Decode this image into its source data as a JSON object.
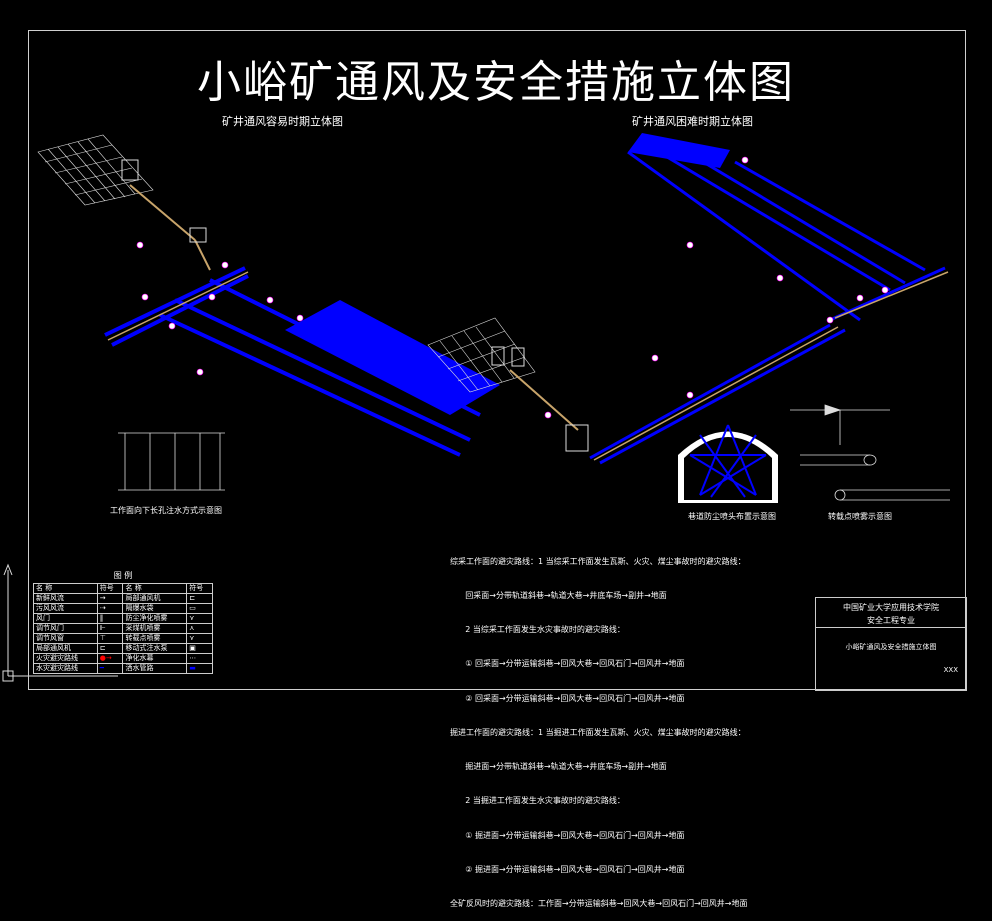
{
  "title": "小峪矿通风及安全措施立体图",
  "subtitles": {
    "easy": "矿井通风容易时期立体图",
    "hard": "矿井通风困难时期立体图"
  },
  "captions": {
    "water_injection": "工作面向下长孔注水方式示意图",
    "dust_spray": "巷道防尘喷头布置示意图",
    "mobile_spray": "转载点喷雾示意图"
  },
  "routes": [
    "综采工作面的避灾路线：1 当综采工作面发生瓦斯、火灾、煤尘事故时的避灾路线：",
    "      回采面→分带轨道斜巷→轨道大巷→井底车场→副井→地面",
    "      2 当综采工作面发生水灾事故时的避灾路线：",
    "      ① 回采面→分带运输斜巷→回风大巷→回风石门→回风井→地面",
    "      ② 回采面→分带运输斜巷→回风大巷→回风石门→回风井→地面",
    "掘进工作面的避灾路线：1 当掘进工作面发生瓦斯、火灾、煤尘事故时的避灾路线：",
    "      掘进面→分带轨道斜巷→轨道大巷→井底车场→副井→地面",
    "      2 当掘进工作面发生水灾事故时的避灾路线：",
    "      ① 掘进面→分带运输斜巷→回风大巷→回风石门→回风井→地面",
    "      ② 掘进面→分带运输斜巷→回风大巷→回风石门→回风井→地面",
    "全矿反风时的避灾路线：工作面→分带运输斜巷→回风大巷→回风石门→回风井→地面"
  ],
  "legend": {
    "title": "图  例",
    "headers": [
      "名 称",
      "符号",
      "名 称",
      "符号"
    ],
    "rows": [
      [
        "新鲜风流",
        "",
        "局部通风机",
        ""
      ],
      [
        "污风风流",
        "",
        "隔爆水袋",
        ""
      ],
      [
        "风门",
        "",
        "防尘净化喷雾",
        ""
      ],
      [
        "调节风门",
        "",
        "采煤机喷雾",
        ""
      ],
      [
        "调节风窗",
        "",
        "转载点喷雾",
        ""
      ],
      [
        "局部通风机",
        "",
        "移动式注水泵",
        ""
      ],
      [
        "火灾避灾路线",
        "",
        "净化水幕",
        ""
      ],
      [
        "水灾避灾路线",
        "",
        "洒水管路",
        ""
      ]
    ]
  },
  "title_block": {
    "school": "中国矿业大学应用技术学院",
    "major": "安全工程专业",
    "drawing_name": "小峪矿通风及安全措施立体图",
    "scale": "XXX"
  },
  "colors": {
    "background": "#000000",
    "roadway": "#0000ff",
    "rail": "#c8a46a",
    "frame": "#d0d0d0"
  }
}
